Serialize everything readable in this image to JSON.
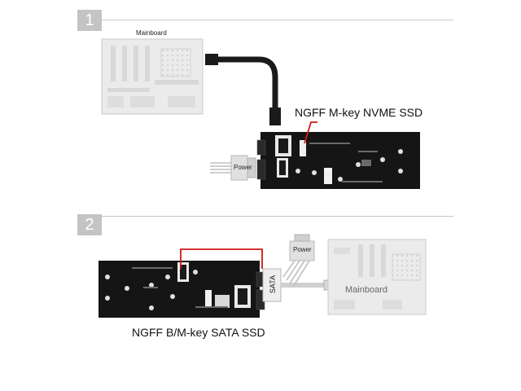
{
  "step1": {
    "number": "1",
    "mainboard_label": "Mainboard",
    "ssd_label": "NGFF M-key NVME SSD",
    "power_label": "Power"
  },
  "step2": {
    "number": "2",
    "mainboard_label": "Mainboard",
    "ssd_label": "NGFF B/M-key SATA SSD",
    "power_label": "Power",
    "sata_label": "SATA"
  },
  "colors": {
    "board": "#151515",
    "mainboard_fill": "#ebebeb",
    "mainboard_stroke": "#c8c8c8",
    "callout": "#d01818",
    "badge": "#c4c4c4"
  },
  "icons": [
    "mainboard",
    "adapter-board",
    "sata-cable",
    "power-connector",
    "callout-line"
  ]
}
